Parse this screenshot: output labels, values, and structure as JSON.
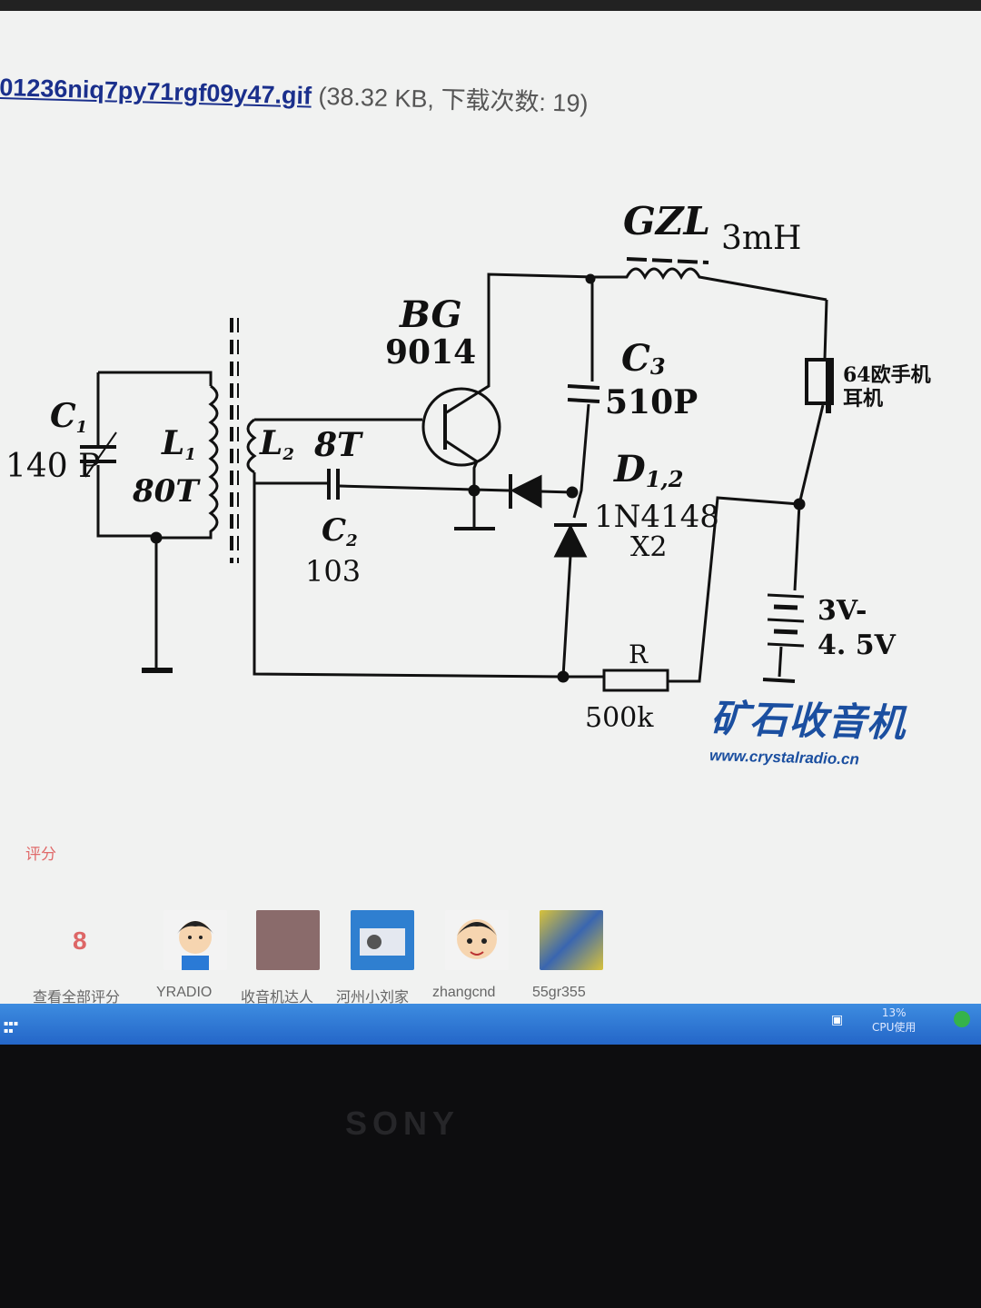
{
  "browser": {
    "file_name": "01236niq7py71rgf09y47.gif",
    "file_meta": "(38.32 KB, 下载次数: 19)"
  },
  "schematic": {
    "c1_label": "C",
    "c1_sub": "1",
    "c1_value": "140 P",
    "l1_label": "L",
    "l1_sub": "1",
    "l1_value": "80T",
    "l2_label": "L",
    "l2_sub": "2",
    "l2_value": "8T",
    "c2_label": "C",
    "c2_sub": "2",
    "c2_value": "103",
    "bg_label": "BG",
    "bg_value": "9014",
    "gzl_label": "GZL",
    "gzl_value": "3mH",
    "c3_label": "C",
    "c3_sub": "3",
    "c3_value": "510P",
    "d_label": "D",
    "d_sub": "1,2",
    "d_value": "1N4148",
    "d_count": "X2",
    "earphone_label_1": "64欧手机",
    "earphone_label_2": "耳机",
    "battery_label_1": "3V-",
    "battery_label_2": "4. 5V",
    "r_label": "R",
    "r_value": "500k"
  },
  "watermark": {
    "name": "矿石收音机",
    "url": "www.crystalradio.cn"
  },
  "rating": {
    "rate_link": "评分",
    "count": "8",
    "view_all": "查看全部评分",
    "users": [
      "YRADIO",
      "收音机达人",
      "河州小刘家",
      "zhangcnd",
      "55gr355"
    ]
  },
  "taskbar": {
    "cpu_percent": "13%",
    "cpu_label": "CPU使用"
  },
  "monitor": {
    "brand": "SONY"
  }
}
